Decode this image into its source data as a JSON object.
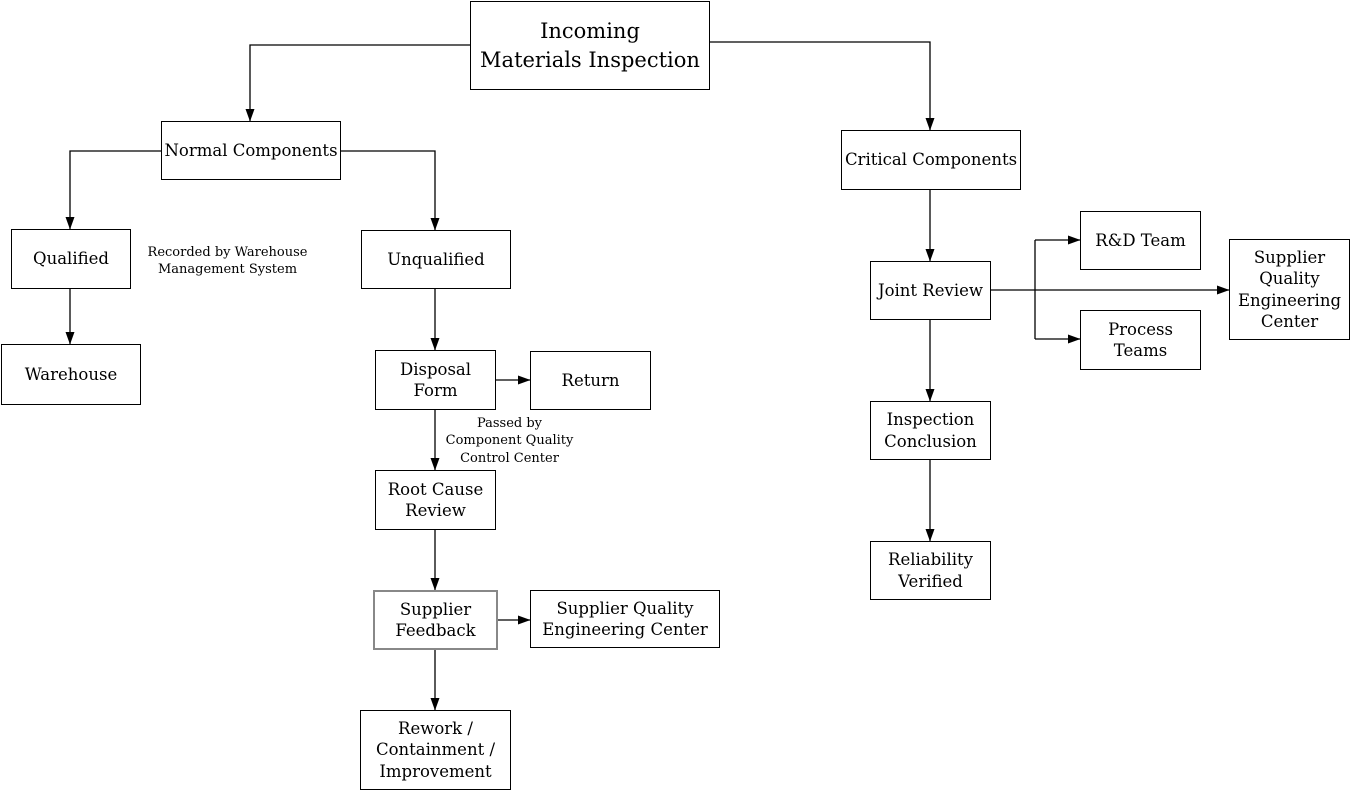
{
  "diagram": {
    "title": "Incoming Materials Inspection",
    "nodes": {
      "incoming": {
        "label": "Incoming\nMaterials Inspection"
      },
      "normal": {
        "label": "Normal Components"
      },
      "critical": {
        "label": "Critical Components"
      },
      "qualified": {
        "label": "Qualified"
      },
      "unqualified": {
        "label": "Unqualified"
      },
      "warehouse": {
        "label": "Warehouse"
      },
      "disposal_form": {
        "label": "Disposal\nForm"
      },
      "return": {
        "label": "Return"
      },
      "root_cause_review": {
        "label": "Root Cause\nReview"
      },
      "supplier_feedback": {
        "label": "Supplier\nFeedback"
      },
      "sqec_left": {
        "label": "Supplier Quality\nEngineering Center"
      },
      "rework": {
        "label": "Rework /\nContainment /\nImprovement"
      },
      "joint_review": {
        "label": "Joint Review"
      },
      "rd_team": {
        "label": "R&D Team"
      },
      "process_teams": {
        "label": "Process\nTeams"
      },
      "sqec_right": {
        "label": "Supplier\nQuality\nEngineering\nCenter"
      },
      "inspection_conclusion": {
        "label": "Inspection\nConclusion"
      },
      "reliability_verified": {
        "label": "Reliability\nVerified"
      }
    },
    "annotations": {
      "wms": {
        "label": "Recorded by Warehouse\nManagement System"
      },
      "cqcc": {
        "label": "Passed by\nComponent Quality\nControl Center"
      }
    },
    "edges": [
      {
        "from": "Incoming Materials Inspection",
        "to": "Normal Components"
      },
      {
        "from": "Incoming Materials Inspection",
        "to": "Critical Components"
      },
      {
        "from": "Normal Components",
        "to": "Qualified"
      },
      {
        "from": "Normal Components",
        "to": "Unqualified"
      },
      {
        "from": "Qualified",
        "to": "Warehouse",
        "label": "Recorded by Warehouse Management System"
      },
      {
        "from": "Unqualified",
        "to": "Disposal Form"
      },
      {
        "from": "Disposal Form",
        "to": "Return"
      },
      {
        "from": "Disposal Form",
        "to": "Root Cause Review",
        "label": "Passed by Component Quality Control Center"
      },
      {
        "from": "Root Cause Review",
        "to": "Supplier Feedback"
      },
      {
        "from": "Supplier Feedback",
        "to": "Supplier Quality Engineering Center"
      },
      {
        "from": "Supplier Feedback",
        "to": "Rework / Containment / Improvement"
      },
      {
        "from": "Critical Components",
        "to": "Joint Review"
      },
      {
        "from": "Joint Review",
        "to": "R&D Team"
      },
      {
        "from": "Joint Review",
        "to": "Process Teams"
      },
      {
        "from": "Joint Review",
        "to": "Supplier Quality Engineering Center"
      },
      {
        "from": "Joint Review",
        "to": "Inspection Conclusion"
      },
      {
        "from": "Inspection Conclusion",
        "to": "Reliability Verified"
      }
    ],
    "colors": {
      "background": "#ffffff",
      "line": "#000000",
      "box_border": "#000000",
      "box_fill": "#ffffff",
      "highlight_border": "#888888",
      "text": "#000000"
    }
  }
}
